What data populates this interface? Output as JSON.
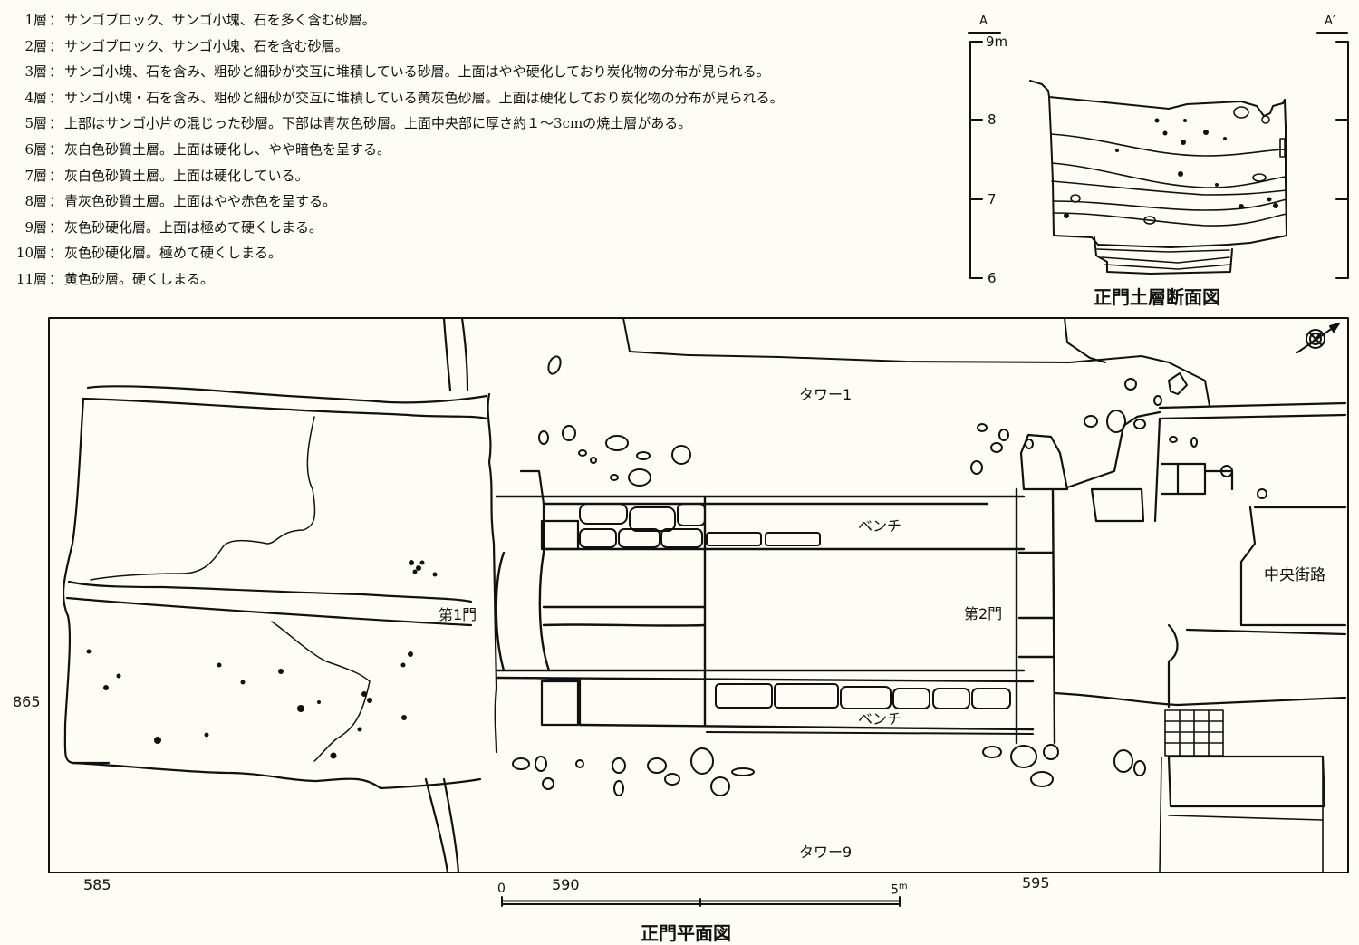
{
  "legend": {
    "layers": [
      {
        "num": "1層",
        "desc": "サンゴブロック、サンゴ小塊、石を多く含む砂層。"
      },
      {
        "num": "2層",
        "desc": "サンゴブロック、サンゴ小塊、石を含む砂層。"
      },
      {
        "num": "3層",
        "desc": "サンゴ小塊、石を含み、粗砂と細砂が交互に堆積している砂層。上面はやや硬化しており炭化物の分布が見られる。"
      },
      {
        "num": "4層",
        "desc": "サンゴ小塊・石を含み、粗砂と細砂が交互に堆積している黄灰色砂層。上面は硬化しており炭化物の分布が見られる。"
      },
      {
        "num": "5層",
        "desc": "上部はサンゴ小片の混じった砂層。下部は青灰色砂層。上面中央部に厚さ約１～3cmの焼土層がある。"
      },
      {
        "num": "6層",
        "desc": "灰白色砂質土層。上面は硬化し、やや暗色を呈する。"
      },
      {
        "num": "7層",
        "desc": "灰白色砂質土層。上面は硬化している。"
      },
      {
        "num": "8層",
        "desc": "青灰色砂質土層。上面はやや赤色を呈する。"
      },
      {
        "num": "9層",
        "desc": "灰色砂硬化層。上面は極めて硬くしまる。"
      },
      {
        "num": "10層",
        "desc": "灰色砂硬化層。極めて硬くしまる。"
      },
      {
        "num": "11層",
        "desc": "黄色砂層。硬くしまる。"
      }
    ],
    "separator": "："
  },
  "section": {
    "title": "正門土層断面図",
    "left_marker": "A",
    "right_marker": "A′",
    "elevation_ticks": [
      "9m",
      "8",
      "7",
      "6"
    ]
  },
  "plan": {
    "title": "正門平面図",
    "labels": {
      "tower_1": "タワー1",
      "tower_9": "タワー9",
      "bench_north": "ベンチ",
      "bench_south": "ベンチ",
      "gate_1": "第1門",
      "gate_2": "第2門",
      "central_street": "中央街路"
    },
    "grid": {
      "x_ticks": [
        "585",
        "590",
        "595"
      ],
      "y_ticks": [
        "865"
      ]
    },
    "scale_bar": {
      "start_label": "0",
      "end_label": "5",
      "unit": "m"
    },
    "north_arrow": "north-arrow-icon"
  },
  "colors": {
    "paper": "#fdfdf6",
    "ink": "#111111"
  }
}
